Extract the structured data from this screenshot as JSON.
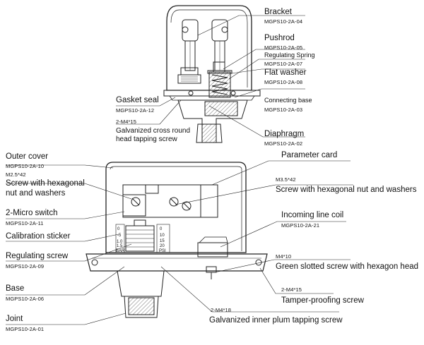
{
  "top_callouts": {
    "bracket": {
      "label": "Bracket",
      "code": "MGPS10-2A-04"
    },
    "pushrod": {
      "label": "Pushrod",
      "code": "MGPS10-2A-05"
    },
    "regulating_spring": {
      "label": "Regulating Spring",
      "code": "MGPS10-2A-07"
    },
    "flat_washer": {
      "label": "Flat washer",
      "code": "MGPS10-2A-08"
    },
    "connecting_base": {
      "label": "Connecting base",
      "code": "MGPS10-2A-03"
    },
    "diaphragm": {
      "label": "Diaphragm",
      "code": "MGPS10-2A-02"
    },
    "gasket_seal": {
      "label": "Gasket seal",
      "code": "MGPS10-2A-12"
    },
    "cross_screw": {
      "spec": "2-M4*15",
      "label_line1": "Galvanized cross round",
      "label_line2": "head tapping screw"
    }
  },
  "bottom_callouts": {
    "outer_cover": {
      "label": "Outer cover",
      "code": "MGPS10-2A-10"
    },
    "hex_screw_left": {
      "spec": "M2.5*42",
      "label_line1": "Screw with hexagonal",
      "label_line2": "nut and washers"
    },
    "micro_switch": {
      "label": "2-Micro switch",
      "code": "MGPS10-2A-11"
    },
    "calibration_sticker": {
      "label": "Calibration sticker"
    },
    "regulating_screw": {
      "label": "Regulating screw",
      "code": "MGPS10-2A-09"
    },
    "base": {
      "label": "Base",
      "code": "MGPS10-2A-06"
    },
    "joint": {
      "label": "Joint",
      "code": "MGPS10-2A-01"
    },
    "parameter_card": {
      "label": "Parameter card"
    },
    "hex_screw_right": {
      "spec": "M3.5*42",
      "label": "Screw with hexagonal nut  and washers"
    },
    "incoming_coil": {
      "label": "Incoming line coil",
      "code": "MGPS10-2A-21"
    },
    "green_screw": {
      "spec": "M4*10",
      "label": "Green slotted screw with hexagon head"
    },
    "tamper_screw": {
      "spec": "2-M4*15",
      "label": "Tamper-proofing screw"
    },
    "plum_screw": {
      "spec": "2-M4*18",
      "label": "Galvanized inner plum tapping screw"
    }
  },
  "gauge": {
    "bar_ticks": [
      "0",
      "-5",
      "1.0",
      "1.5"
    ],
    "bar_unit": "BAR",
    "psi_ticks": [
      "0",
      "10",
      "15",
      "20"
    ],
    "psi_unit": "PSI"
  }
}
